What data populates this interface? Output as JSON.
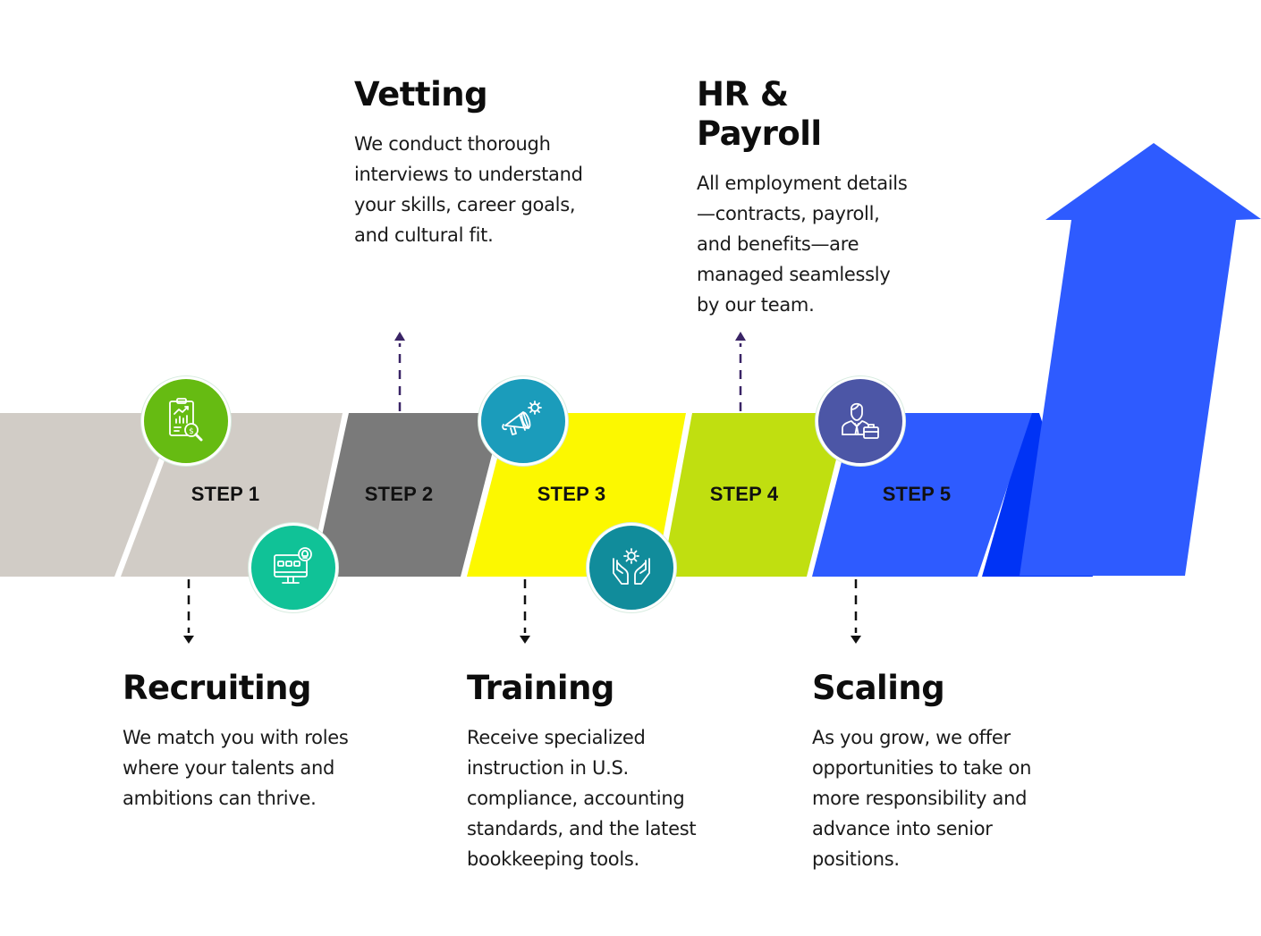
{
  "colors": {
    "band_lead": "#d1ccc6",
    "step1": "#d1ccc6",
    "step2": "#7a7a7a",
    "step3": "#fcf800",
    "step4": "#c0df10",
    "step5": "#2e5bff",
    "step5_shadow": "#0033f5",
    "arrow": "#2e5bff",
    "up_connector": "#3a2466",
    "down_connector": "#111111"
  },
  "steps": [
    {
      "label": "STEP 1",
      "title": "Recruiting",
      "description": "We match you with roles where your talents and ambitions can thrive.",
      "icon": "report-search-icon",
      "icon_color": "#66bb12",
      "position": "below"
    },
    {
      "label": "STEP 2",
      "title": "Vetting",
      "description": "We conduct thorough interviews to understand your skills, career goals, and cultural fit.",
      "icon": "monitor-idea-icon",
      "icon_color": "#10c297",
      "position": "above"
    },
    {
      "label": "STEP 3",
      "title": "Training",
      "description": "Receive specialized instruction in U.S. compliance, accounting standards, and the latest bookkeeping tools.",
      "icon": "megaphone-gear-icon",
      "icon_color": "#1b9cbb",
      "position": "below"
    },
    {
      "label": "STEP 4",
      "title": "HR & Payroll",
      "description": "All employment details—contracts, payroll, and benefits—are managed seamlessly by our team.",
      "icon": "hands-gear-icon",
      "icon_color": "#118c9b",
      "position": "above"
    },
    {
      "label": "STEP 5",
      "title": "Scaling",
      "description": "As you grow, we offer opportunities to take on more responsibility and advance into senior positions.",
      "icon": "businessman-briefcase-icon",
      "icon_color": "#4c56a6",
      "position": "below"
    }
  ]
}
